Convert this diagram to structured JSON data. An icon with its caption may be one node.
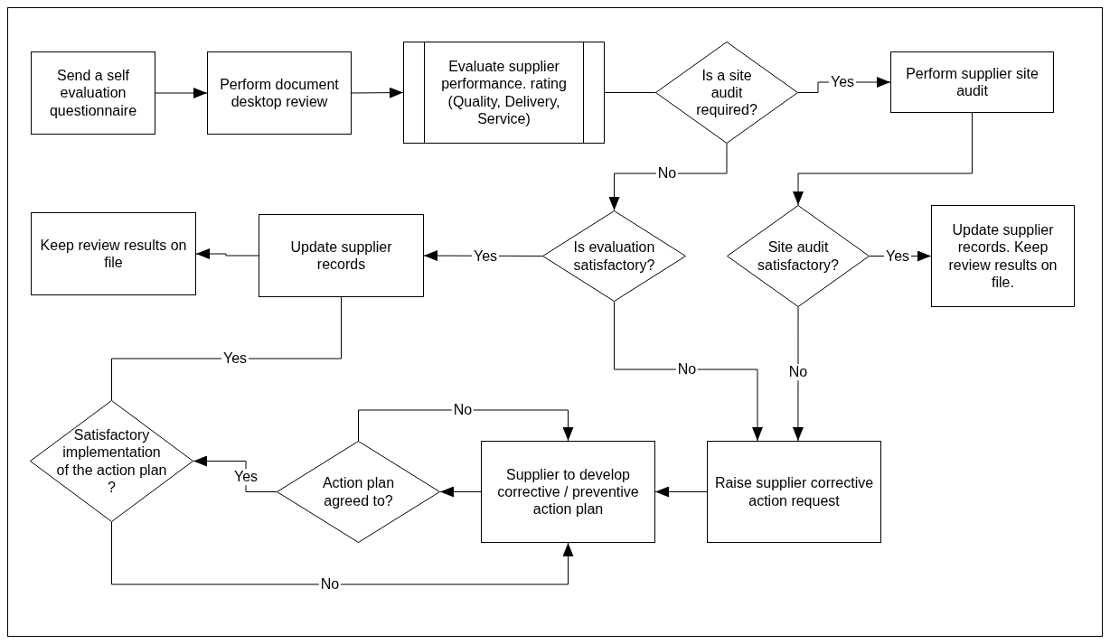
{
  "diagram": {
    "nodes": [
      {
        "text": [
          "Send a self evaluation questionnaire"
        ]
      },
      {
        "text": [
          "Perform document desktop review"
        ]
      },
      {
        "text": [
          "Evaluate supplier performance. rating (Quality, Delivery, Service)"
        ]
      },
      {
        "text": [
          "Is a site audit required?"
        ]
      },
      {
        "text": [
          "Perform supplier site audit"
        ]
      },
      {
        "text": [
          "Keep review results on file"
        ]
      },
      {
        "text": [
          "Update supplier records"
        ]
      },
      {
        "text": [
          "Is evaluation satisfactory?"
        ]
      },
      {
        "text": [
          "Site audit satisfactory?"
        ]
      },
      {
        "text": [
          "Update supplier records. Keep review results on file."
        ]
      },
      {
        "text": [
          "Satisfactory implementation of the action plan ?"
        ]
      },
      {
        "text": [
          "Action plan agreed to?"
        ]
      },
      {
        "text": [
          "Supplier to develop corrective / preventive  action plan"
        ]
      },
      {
        "text": [
          "Raise supplier corrective action request"
        ]
      }
    ],
    "edges": [
      {
        "from": 0,
        "to": 1,
        "arrow": "to"
      },
      {
        "from": 1,
        "to": 2,
        "arrow": "to"
      },
      {
        "from": 2,
        "to": 3,
        "arrow": "none"
      },
      {
        "from": 3,
        "to": 4,
        "arrow": "to",
        "label": "Yes"
      },
      {
        "from": 3,
        "to": 7,
        "arrow": "to",
        "label": "No"
      },
      {
        "from": 4,
        "to": 8,
        "arrow": "to"
      },
      {
        "from": 7,
        "to": 6,
        "arrow": "to",
        "label": "Yes"
      },
      {
        "from": 6,
        "to": 5,
        "arrow": "to"
      },
      {
        "from": 8,
        "to": 9,
        "arrow": "to",
        "label": "Yes"
      },
      {
        "from": 7,
        "to": 13,
        "arrow": "to",
        "label": "No"
      },
      {
        "from": 8,
        "to": 13,
        "arrow": "to",
        "label": "No"
      },
      {
        "from": 13,
        "to": 12,
        "arrow": "to"
      },
      {
        "from": 12,
        "to": 11,
        "arrow": "to"
      },
      {
        "from": 11,
        "to": 10,
        "arrow": "to",
        "label": "Yes"
      },
      {
        "from": 11,
        "to": 12,
        "arrow": "to",
        "label": "No"
      },
      {
        "from": 10,
        "to": 6,
        "arrow": "to",
        "label": "Yes"
      },
      {
        "from": 10,
        "to": 12,
        "arrow": "to",
        "label": "No"
      }
    ]
  }
}
